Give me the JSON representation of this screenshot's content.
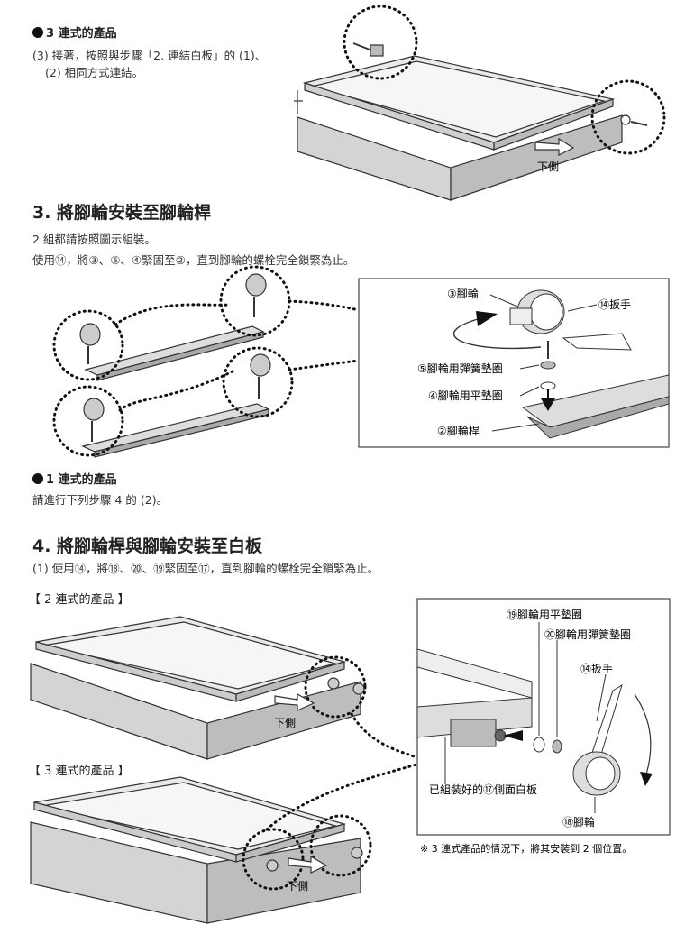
{
  "sec_top": {
    "heading": "3 連式的產品",
    "line1": "(3) 接著，按照與步驟「2. 連結白板」的 (1)、",
    "line2": "(2) 相同方式連結。",
    "down_label": "下側"
  },
  "sec3": {
    "title": "3. 將腳輪安裝至腳輪桿",
    "line1": "2 組都請按照圖示組裝。",
    "line2": "使用⑭，將③、⑤、④緊固至②，直到腳輪的螺栓完全鎖緊為止。",
    "callouts": {
      "caster": "③腳輪",
      "wrench": "⑭扳手",
      "spring_washer": "⑤腳輪用彈簧墊圈",
      "flat_washer": "④腳輪用平墊圈",
      "caster_bar": "②腳輪桿"
    },
    "note_heading": "1 連式的產品",
    "note_text": "請進行下列步驟 4 的 (2)。"
  },
  "sec4": {
    "title": "4. 將腳輪桿與腳輪安裝至白板",
    "line1": "(1) 使用⑭，將⑱、⑳、⑲緊固至⑰，直到腳輪的螺栓完全鎖緊為止。",
    "label_2": "【 2 連式的產品 】",
    "label_3": "【 3 連式的產品 】",
    "down_label": "下側",
    "callouts": {
      "flat_washer": "⑲腳輪用平墊圈",
      "spring_washer": "⑳腳輪用彈簧墊圈",
      "wrench": "⑭扳手",
      "side_board": "已組裝好的⑰側面白板",
      "caster": "⑱腳輪"
    },
    "footnote": "※ 3 連式產品的情況下，將其安裝到 2 個位置。"
  }
}
